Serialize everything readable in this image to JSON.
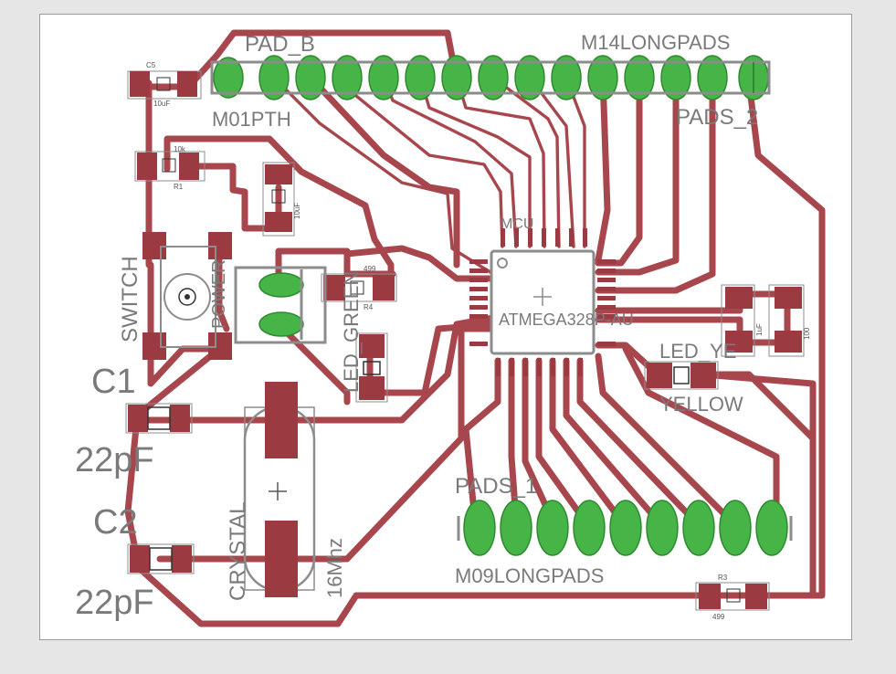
{
  "board": {
    "colors": {
      "trace": "#a7474d",
      "pad": "#9b3a40",
      "via": "#46b446",
      "silk": "#8c8c8c",
      "text": "#7a7a7a"
    },
    "labels": {
      "pad_b": "PAD_B",
      "m14": "M14LONGPADS",
      "m01": "M01PTH",
      "pads_2": "PADS_2",
      "switch": "SWITCH",
      "power": "POWER",
      "led_green": "LED_GREEN",
      "green_suffix": "EN",
      "c1": "C1",
      "c1_val": "22pF",
      "c2": "C2",
      "c2_val": "22pF",
      "crystal": "CRYSTAL",
      "crystal_val": "16Mhz",
      "pads_1": "PADS_1",
      "m09": "M09LONGPADS",
      "ic_name": "ATMEGA328P-AU",
      "ic_top": "MCU",
      "led_ye": "LED_YE",
      "yellow": "YELLOW",
      "r1": "R1",
      "r1_val": "10k",
      "r3": "R3",
      "r3_val": "499",
      "r4": "R4",
      "r4_val": "499",
      "c5": "C5",
      "c5_val": "10uF",
      "c3_val": "10uF",
      "c4_val": "1uF",
      "c6_val": "100"
    }
  }
}
